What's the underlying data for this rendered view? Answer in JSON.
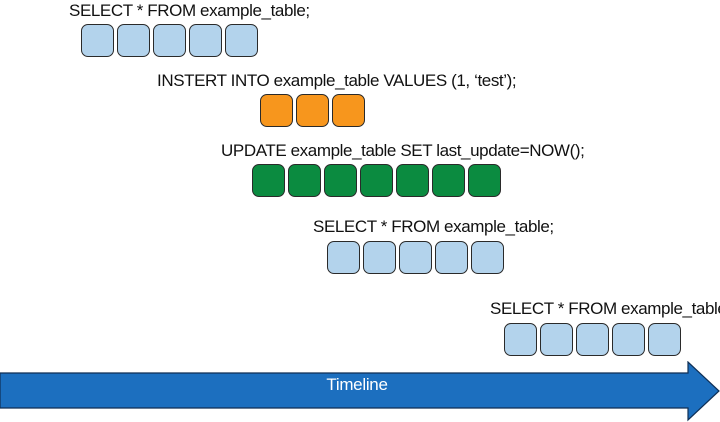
{
  "queries": [
    {
      "label": "SELECT * FROM example_table;",
      "blocks": 5,
      "color": "#b3d3ec"
    },
    {
      "label": "INSTERT INTO  example_table VALUES (1, ‘test’);",
      "blocks": 3,
      "color": "#f7961d"
    },
    {
      "label": "UPDATE example_table SET last_update=NOW();",
      "blocks": 7,
      "color": "#0b8b40"
    },
    {
      "label": "SELECT * FROM example_table;",
      "blocks": 5,
      "color": "#b3d3ec"
    },
    {
      "label": "SELECT * FROM example_table;",
      "blocks": 5,
      "color": "#b3d3ec"
    }
  ],
  "timeline": {
    "label": "Timeline",
    "color": "#1c6fbf"
  }
}
